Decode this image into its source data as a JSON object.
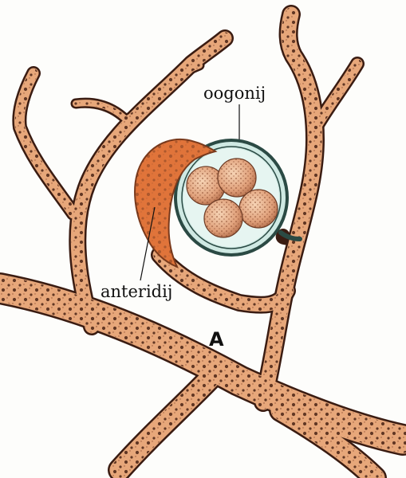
{
  "labels": {
    "oogonium": "oogonij",
    "antheridium": "anteridij",
    "panel": "A"
  },
  "colors": {
    "hypha_fill": "#e7a77a",
    "hypha_outline": "#3a1c12",
    "hypha_dots": "#4a2416",
    "antheridium_fill": "#e0743a",
    "oogonium_fill": "#dff2ee",
    "oogonium_outline": "#2b4a44",
    "oospore_fill": "#e9b590",
    "background": "#fdfdfb"
  }
}
